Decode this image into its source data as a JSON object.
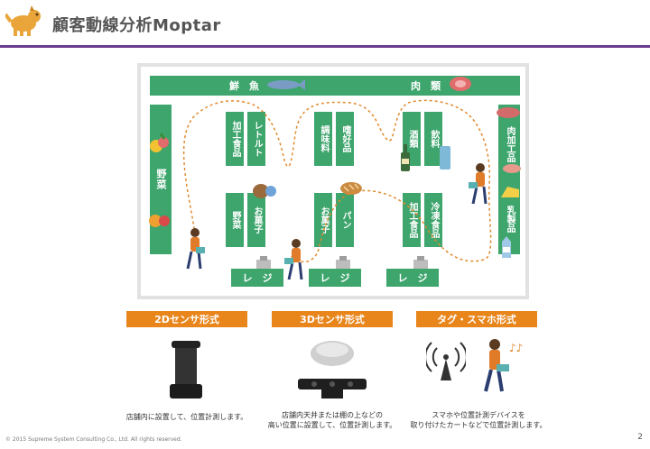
{
  "header": {
    "title": "顧客動線分析Moptar"
  },
  "store": {
    "top_shelf": {
      "left": "鮮　魚",
      "right": "肉　類"
    },
    "left_shelf": "野菜",
    "right_shelf_top": "肉加工品",
    "right_shelf_bottom": "乳製品",
    "shelves": {
      "kakou1": "加工食品",
      "retort": "レトルト",
      "choumi": "調味料",
      "shikou": "嗜好品",
      "sake": "酒類",
      "inryou": "飲料",
      "yasai2": "野菜",
      "okashi1": "お菓子",
      "okashi2": "お菓子",
      "pan": "パン",
      "kakou2": "加工食品",
      "reitou": "冷凍食品"
    },
    "registers": [
      "レ　ジ",
      "レ　ジ",
      "レ　ジ"
    ]
  },
  "methods": [
    {
      "label": "2Dセンサ形式",
      "desc": [
        "店舗内に設置して、位置計測します。"
      ]
    },
    {
      "label": "3Dセンサ形式",
      "desc": [
        "店舗内天井または棚の上などの",
        "高い位置に設置して、位置計測します。"
      ]
    },
    {
      "label": "タグ・スマホ形式",
      "desc": [
        "スマホや位置計測デバイスを",
        "取り付けたカートなどで位置計測します。"
      ]
    }
  ],
  "footer": {
    "copyright": "© 2015 Supreme System Consulting Co., Ltd. All rights reserved.",
    "page": "2"
  },
  "colors": {
    "shelf": "#3ea56d",
    "accent": "#e8851b",
    "header_rule": "#6a3d8f"
  }
}
